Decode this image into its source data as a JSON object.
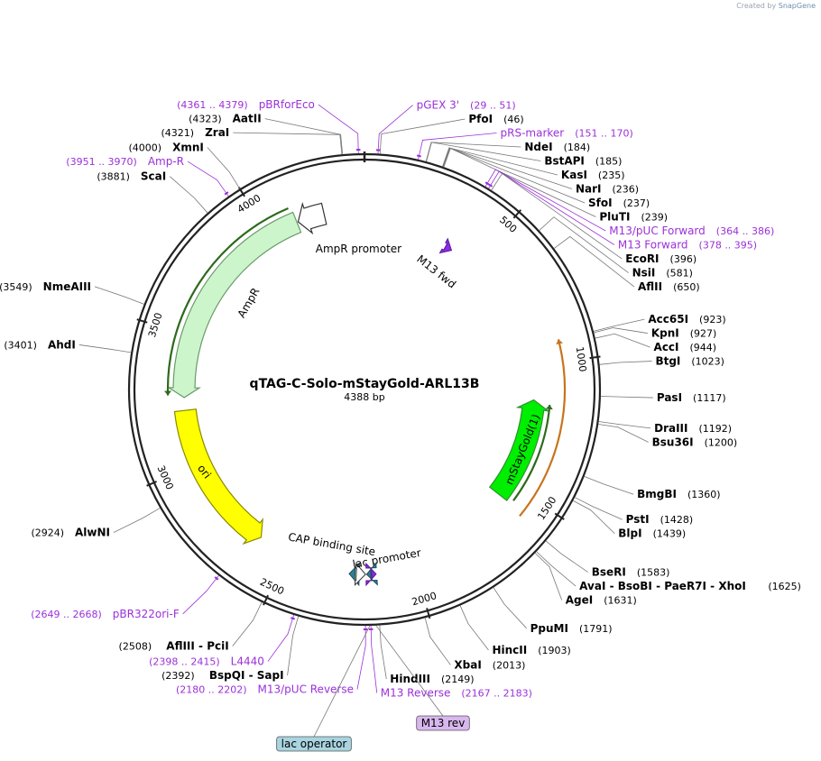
{
  "credit": {
    "prefix": "Created by",
    "brand": "SnapGene"
  },
  "plasmid": {
    "name": "qTAG-C-Solo-mStayGold-ARL13B",
    "length_label": "4388 bp",
    "length": 4388
  },
  "colors": {
    "backbone": "#222222",
    "enzyme_label": "#000000",
    "primer": "#9b30d9",
    "ampr": "#ccf5cc",
    "ampr_edge": "#6a9a6a",
    "ori": "#ffff00",
    "ori_edge": "#8a8a00",
    "mstaygold": "#00ee00",
    "mstaygold_edge": "#2f8f2f",
    "orf_green": "#2e6a1c",
    "orf_orange": "#c7741e",
    "cap_site": "#2f7f96",
    "lac_promoter": "#ffffff",
    "m13_feature": "#8a2be2",
    "lac_operator_fill": "#a9d4e0",
    "m13rev_fill": "#d8b7ef"
  },
  "ticks": [
    {
      "pos": 500,
      "label": "500"
    },
    {
      "pos": 1000,
      "label": "1000"
    },
    {
      "pos": 1500,
      "label": "1500"
    },
    {
      "pos": 2000,
      "label": "2000"
    },
    {
      "pos": 2500,
      "label": "2500"
    },
    {
      "pos": 3000,
      "label": "3000"
    },
    {
      "pos": 3500,
      "label": "3500"
    },
    {
      "pos": 4000,
      "label": "4000"
    }
  ],
  "enzymes": [
    {
      "pos": 46,
      "name": "PfoI",
      "coord": "(46)",
      "side": "right"
    },
    {
      "pos": 184,
      "name": "NdeI",
      "coord": "(184)",
      "side": "right"
    },
    {
      "pos": 185,
      "name": "BstAPI",
      "coord": "(185)",
      "side": "right"
    },
    {
      "pos": 235,
      "name": "KasI",
      "coord": "(235)",
      "side": "right"
    },
    {
      "pos": 236,
      "name": "NarI",
      "coord": "(236)",
      "side": "right"
    },
    {
      "pos": 237,
      "name": "SfoI",
      "coord": "(237)",
      "side": "right"
    },
    {
      "pos": 239,
      "name": "PluTI",
      "coord": "(239)",
      "side": "right"
    },
    {
      "pos": 396,
      "name": "EcoRI",
      "coord": "(396)",
      "side": "right"
    },
    {
      "pos": 581,
      "name": "NsiI",
      "coord": "(581)",
      "side": "right"
    },
    {
      "pos": 650,
      "name": "AflII",
      "coord": "(650)",
      "side": "right"
    },
    {
      "pos": 923,
      "name": "Acc65I",
      "coord": "(923)",
      "side": "right"
    },
    {
      "pos": 927,
      "name": "KpnI",
      "coord": "(927)",
      "side": "right"
    },
    {
      "pos": 944,
      "name": "AccI",
      "coord": "(944)",
      "side": "right"
    },
    {
      "pos": 1023,
      "name": "BtgI",
      "coord": "(1023)",
      "side": "right"
    },
    {
      "pos": 1117,
      "name": "PasI",
      "coord": "(1117)",
      "side": "right"
    },
    {
      "pos": 1192,
      "name": "DraIII",
      "coord": "(1192)",
      "side": "right"
    },
    {
      "pos": 1200,
      "name": "Bsu36I",
      "coord": "(1200)",
      "side": "right"
    },
    {
      "pos": 1360,
      "name": "BmgBI",
      "coord": "(1360)",
      "side": "right"
    },
    {
      "pos": 1428,
      "name": "PstI",
      "coord": "(1428)",
      "side": "right"
    },
    {
      "pos": 1439,
      "name": "BlpI",
      "coord": "(1439)",
      "side": "right"
    },
    {
      "pos": 1583,
      "name": "BseRI",
      "coord": "(1583)",
      "side": "right"
    },
    {
      "pos": 1625,
      "name": "AvaI  - BsoBI  - PaeR7I  - XhoI",
      "coord": "(1625)",
      "side": "right"
    },
    {
      "pos": 1631,
      "name": "AgeI",
      "coord": "(1631)",
      "side": "right"
    },
    {
      "pos": 1791,
      "name": "PpuMI",
      "coord": "(1791)",
      "side": "right"
    },
    {
      "pos": 1903,
      "name": "HincII",
      "coord": "(1903)",
      "side": "right"
    },
    {
      "pos": 2013,
      "name": "XbaI",
      "coord": "(2013)",
      "side": "right"
    },
    {
      "pos": 2149,
      "name": "HindIII",
      "coord": "(2149)",
      "side": "right"
    },
    {
      "pos": 2392,
      "name": "BspQI  - SapI",
      "coord": "(2392)",
      "side": "left"
    },
    {
      "pos": 2508,
      "name": "AflIII  - PciI",
      "coord": "(2508)",
      "side": "left"
    },
    {
      "pos": 2924,
      "name": "AlwNI",
      "coord": "(2924)",
      "side": "left"
    },
    {
      "pos": 3401,
      "name": "AhdI",
      "coord": "(3401)",
      "side": "left"
    },
    {
      "pos": 3549,
      "name": "NmeAIII",
      "coord": "(3549)",
      "side": "left"
    },
    {
      "pos": 3881,
      "name": "ScaI",
      "coord": "(3881)",
      "side": "left"
    },
    {
      "pos": 4000,
      "name": "XmnI",
      "coord": "(4000)",
      "side": "left"
    },
    {
      "pos": 4321,
      "name": "ZraI",
      "coord": "(4321)",
      "side": "left"
    },
    {
      "pos": 4323,
      "name": "AatII",
      "coord": "(4323)",
      "side": "left"
    }
  ],
  "primers": [
    {
      "pos": 40,
      "name": "pGEX 3'",
      "coord": "(29 .. 51)",
      "side": "right"
    },
    {
      "pos": 160,
      "name": "pRS-marker",
      "coord": "(151 .. 170)",
      "side": "right"
    },
    {
      "pos": 375,
      "name": "M13/pUC Forward",
      "coord": "(364 .. 386)",
      "side": "right"
    },
    {
      "pos": 386,
      "name": "M13 Forward",
      "coord": "(378 .. 395)",
      "side": "right"
    },
    {
      "pos": 2175,
      "name": "M13 Reverse",
      "coord": "(2167 .. 2183)",
      "side": "right"
    },
    {
      "pos": 2191,
      "name": "M13/pUC Reverse",
      "coord": "(2180 .. 2202)",
      "side": "left"
    },
    {
      "pos": 2406,
      "name": "L4440",
      "coord": "(2398 .. 2415)",
      "side": "left"
    },
    {
      "pos": 2658,
      "name": "pBR322ori-F",
      "coord": "(2649 .. 2668)",
      "side": "left"
    },
    {
      "pos": 3960,
      "name": "Amp-R",
      "coord": "(3951 .. 3970)",
      "side": "left"
    },
    {
      "pos": 4370,
      "name": "pBRforEco",
      "coord": "(4361 .. 4379)",
      "side": "left"
    }
  ],
  "features": [
    {
      "name": "AmpR",
      "start": 3260,
      "end": 4120,
      "direction": "reverse"
    },
    {
      "name": "AmpR promoter",
      "start": 4125,
      "end": 4230,
      "direction": "reverse"
    },
    {
      "name": "ori",
      "start": 2620,
      "end": 3210,
      "direction": "reverse"
    },
    {
      "name": "mStayGold(1)",
      "start": 1140,
      "end": 1560,
      "direction": "reverse"
    },
    {
      "name": "M13 fwd",
      "start": 360,
      "end": 390,
      "direction": "forward"
    },
    {
      "name": "CAP binding site",
      "start": 2230,
      "end": 2252,
      "direction": "forward"
    },
    {
      "name": "lac promoter",
      "start": 2190,
      "end": 2225,
      "direction": "reverse"
    },
    {
      "name": "lac operator",
      "start": 2170,
      "end": 2186,
      "direction": "forward"
    },
    {
      "name": "M13 rev",
      "start": 2150,
      "end": 2167,
      "direction": "reverse"
    }
  ],
  "orfs": [
    {
      "start": 3270,
      "end": 4110,
      "direction": "reverse",
      "color": "green"
    },
    {
      "start": 1155,
      "end": 1545,
      "direction": "reverse",
      "color": "green"
    },
    {
      "start": 920,
      "end": 1575,
      "direction": "reverse",
      "color": "orange"
    }
  ],
  "boxed_labels": [
    {
      "text": "M13 rev",
      "fill": "#d8b7ef"
    },
    {
      "text": "lac operator",
      "fill": "#a9d4e0"
    }
  ]
}
